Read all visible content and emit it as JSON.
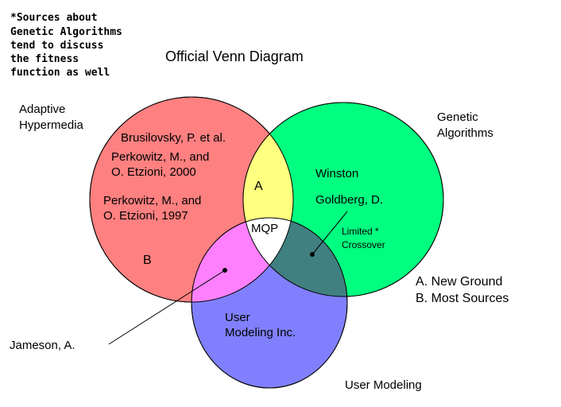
{
  "note": {
    "lines": [
      "*Sources about",
      "Genetic Algorithms",
      "tend to discuss",
      "the fitness",
      "function as well"
    ]
  },
  "title": "Official Venn Diagram",
  "sets": {
    "adaptive_hypermedia": {
      "lines": [
        "Adaptive",
        "Hypermedia"
      ],
      "color": "#ff8080"
    },
    "genetic_algorithms": {
      "lines": [
        "Genetic",
        "Algorithms"
      ],
      "color": "#00ff80"
    },
    "user_modeling": {
      "label": "User Modeling",
      "color": "#8080ff"
    }
  },
  "overlap_colors": {
    "ah_ga": "#ffff80",
    "ah_um": "#ff80ff",
    "ga_um": "#408080",
    "all": "#ffffff"
  },
  "regions": {
    "A": "A",
    "B": "B",
    "center": "MQP"
  },
  "sources": {
    "brusilovsky": "Brusilovsky, P. et al.",
    "perkowitz_2000": [
      "Perkowitz, M., and",
      "O. Etzioni, 2000"
    ],
    "perkowitz_1997": [
      "Perkowitz, M., and",
      "O. Etzioni, 1997"
    ],
    "winston": "Winston",
    "goldberg": "Goldberg, D.",
    "limited_crossover": [
      "Limited *",
      "Crossover"
    ],
    "user_modeling_inc": [
      "User",
      "Modeling Inc."
    ],
    "jameson": "Jameson, A."
  },
  "legend": [
    "A. New Ground",
    "B. Most Sources"
  ]
}
